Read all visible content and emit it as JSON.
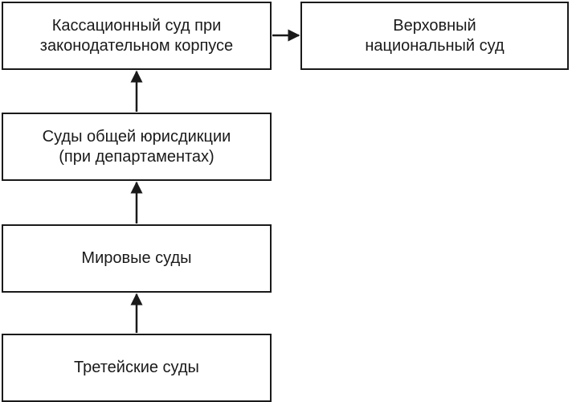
{
  "diagram": {
    "nodes": {
      "cassation": "Кассационный суд при\nзаконодательном корпусе",
      "supreme": "Верховный\nнациональный суд",
      "general": "Суды общей юрисдикции\n(при департаментах)",
      "peace": "Мировые суды",
      "arbitral": "Третейские суды"
    },
    "edges": [
      {
        "from": "arbitral",
        "to": "peace"
      },
      {
        "from": "peace",
        "to": "general"
      },
      {
        "from": "general",
        "to": "cassation"
      },
      {
        "from": "cassation",
        "to": "supreme"
      }
    ]
  }
}
